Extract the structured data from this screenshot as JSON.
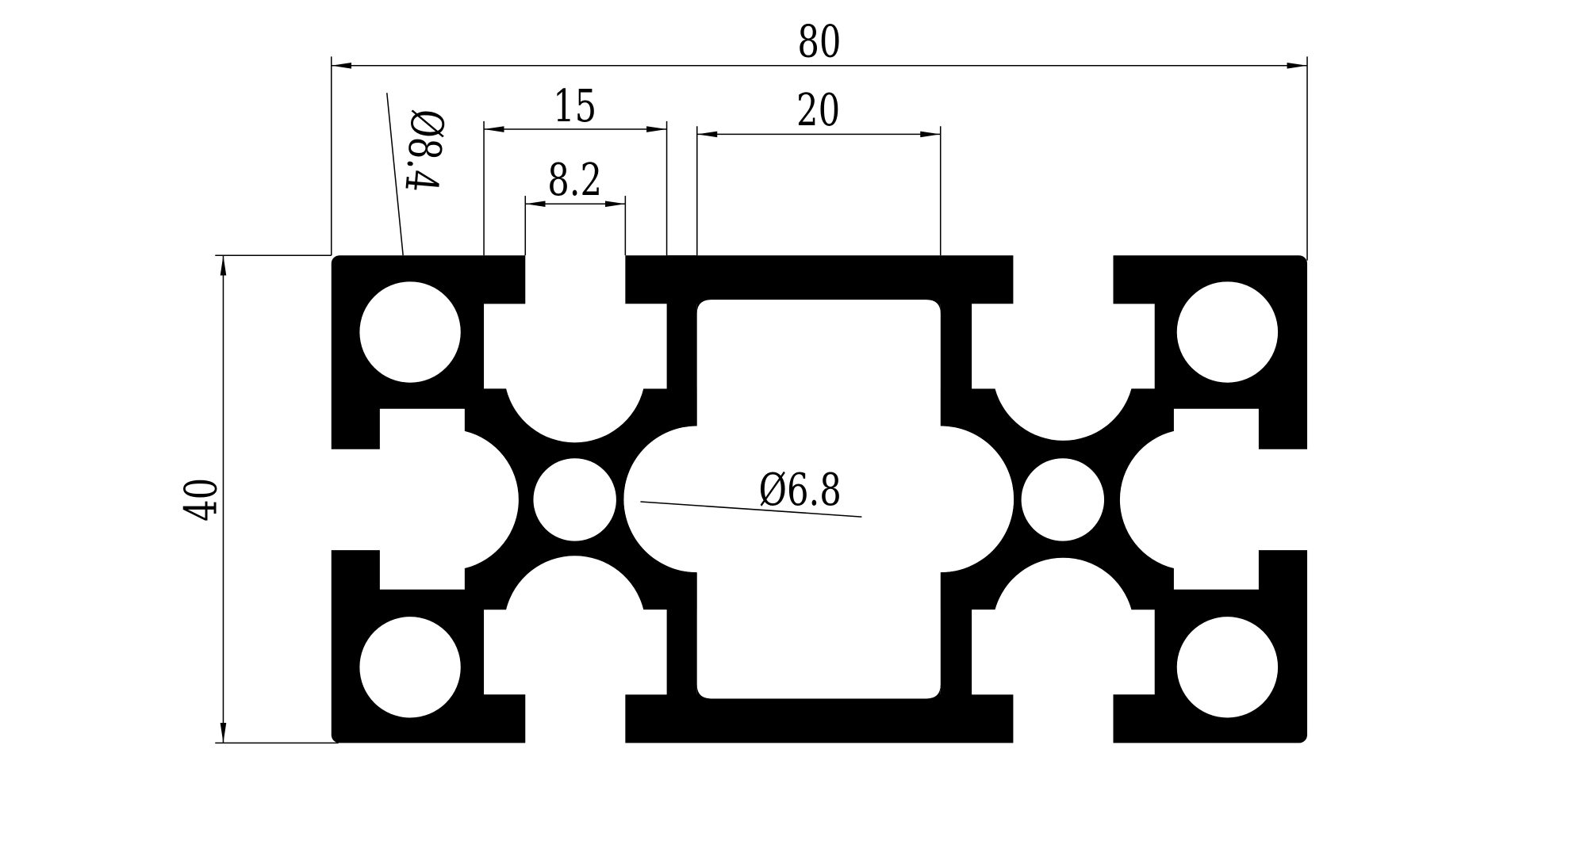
{
  "drawing": {
    "subject": "8040 aluminum T-slot extrusion profile cross-section",
    "colors": {
      "profile": "#000000",
      "background": "#ffffff",
      "lines": "#000000"
    },
    "dimensions": {
      "overall_width": "80",
      "overall_height": "40",
      "slot_pitch": "15",
      "slot_opening": "8.2",
      "center_span": "20",
      "corner_hole_diameter": "Ø8.4",
      "center_hole_diameter": "Ø6.8"
    }
  }
}
